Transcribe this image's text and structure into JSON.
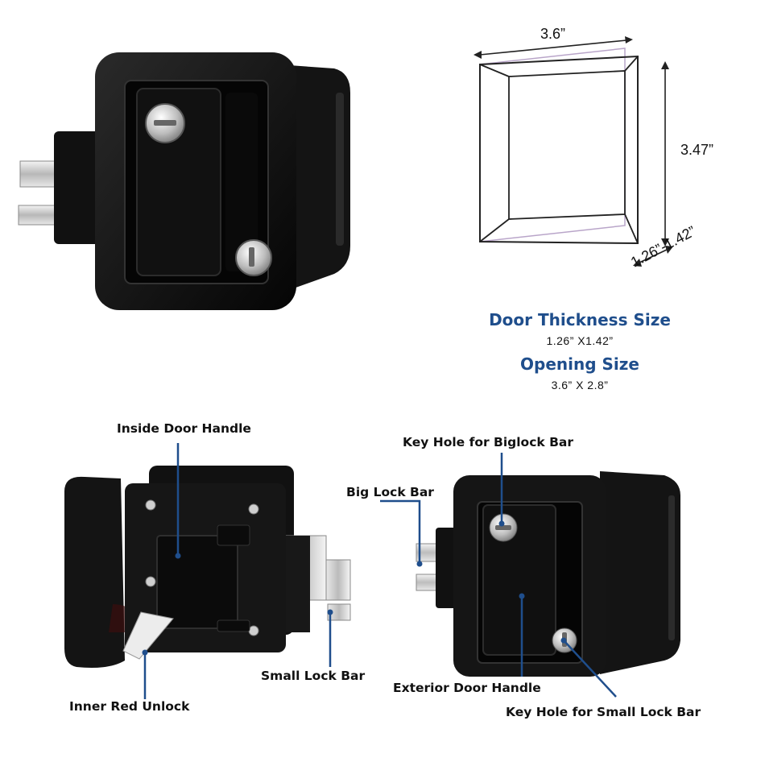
{
  "dimensions": {
    "width_label": "3.6”",
    "height_label": "3.47”",
    "depth_label": "1.26”-1.42”"
  },
  "specs": {
    "door_thickness_title": "Door Thickness Size",
    "door_thickness_value": "1.26”  X1.42”",
    "opening_title": "Opening Size",
    "opening_value": "3.6”  X 2.8”"
  },
  "callouts": {
    "inside_door_handle": "Inside Door Handle",
    "inner_red_unlock": "Inner Red Unlock",
    "small_lock_bar_left": "Small Lock Bar",
    "key_hole_biglock": "Key Hole for Biglock Bar",
    "big_lock_bar": "Big Lock Bar",
    "exterior_door_handle": "Exterior Door Handle",
    "key_hole_small_lock": "Key Hole for Small Lock Bar"
  },
  "colors": {
    "callout_line": "#1f4e8c",
    "title_blue": "#1f4e8c",
    "product_black": "#0d0d0d"
  }
}
